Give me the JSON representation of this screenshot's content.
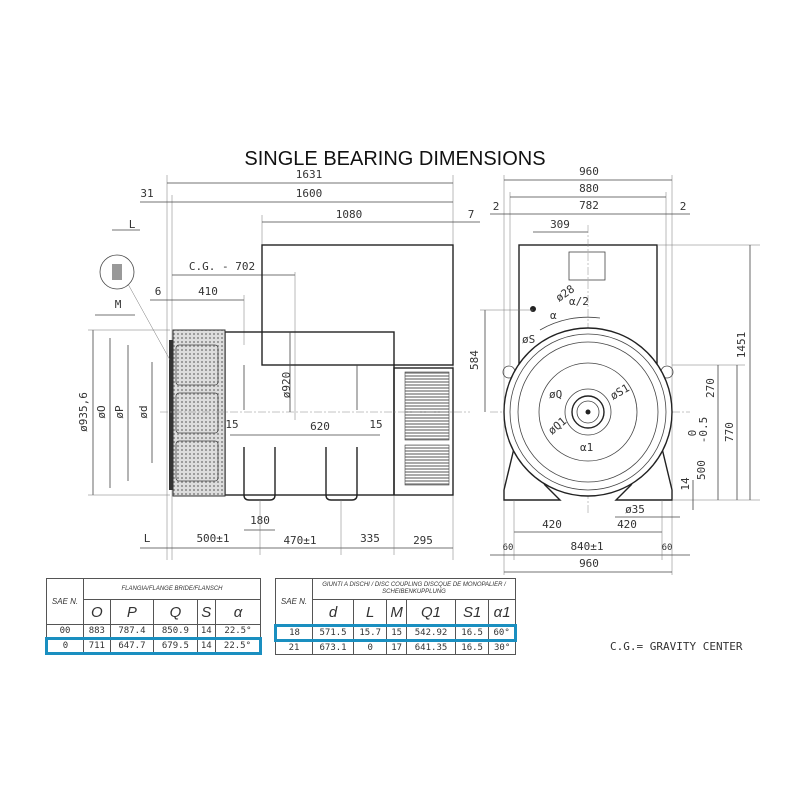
{
  "title": "SINGLE BEARING DIMENSIONS",
  "side_view": {
    "overall_length": "1631",
    "length": "1600",
    "offset_31": "31",
    "box_length": "1080",
    "offset_7": "7",
    "cg": "C.G. - 702",
    "dim_410": "410",
    "offset_6": "6",
    "dia_920": "ø920",
    "dim_620": "620",
    "dim_15_left": "15",
    "dim_15_right": "15",
    "dim_180": "180",
    "dim_L": "L",
    "dim_500": "500±1",
    "dim_470": "470±1",
    "dim_335": "335",
    "dim_295": "295",
    "dia_935": "ø935,6",
    "dia_O": "øO",
    "dia_P": "øP",
    "dia_d": "ød",
    "detail_L": "L",
    "detail_M": "M"
  },
  "front_view": {
    "width_960": "960",
    "width_880": "880",
    "width_782": "782",
    "gap_left": "2",
    "gap_right": "2",
    "dim_309": "309",
    "dia_28": "ø28",
    "alpha": "α",
    "alpha_half": "α/2",
    "dia_S": "øS",
    "dia_Q": "øQ",
    "dia_Q1": "øQ1",
    "dia_S1": "øS1",
    "alpha1": "α1",
    "dim_584": "584",
    "dim_1451": "1451",
    "dim_270": "270",
    "dim_770": "770",
    "dim_500": "500",
    "tol_0": "0",
    "tol_neg": "-0.5",
    "dim_14": "14",
    "dia_35": "ø35",
    "dim_420_left": "420",
    "dim_420_right": "420",
    "dim_840": "840±1",
    "dim_60_left": "60",
    "dim_60_right": "60",
    "bottom_960": "960"
  },
  "flange_table": {
    "sae_label": "SAE N.",
    "header": "FLANGIA/FLANGE BRIDE/FLANSCH",
    "columns": [
      "O",
      "P",
      "Q",
      "S",
      "α"
    ],
    "rows": [
      {
        "sae": "00",
        "values": [
          "883",
          "787.4",
          "850.9",
          "14",
          "22.5°"
        ],
        "highlighted": false
      },
      {
        "sae": "0",
        "values": [
          "711",
          "647.7",
          "679.5",
          "14",
          "22.5°"
        ],
        "highlighted": true
      }
    ]
  },
  "coupling_table": {
    "sae_label": "SAE N.",
    "header": "GIUNTI A DISCHI / DISC COUPLING DISCQUE DE MONOPALIER / SCHEIBENKUPPLUNG",
    "columns": [
      "d",
      "L",
      "M",
      "Q1",
      "S1",
      "α1"
    ],
    "rows": [
      {
        "sae": "18",
        "values": [
          "571.5",
          "15.7",
          "15",
          "542.92",
          "16.5",
          "60°"
        ],
        "highlighted": true
      },
      {
        "sae": "21",
        "values": [
          "673.1",
          "0",
          "17",
          "641.35",
          "16.5",
          "30°"
        ],
        "highlighted": false
      }
    ]
  },
  "note": "C.G.= GRAVITY CENTER",
  "colors": {
    "highlight": "#1a8fc0"
  }
}
